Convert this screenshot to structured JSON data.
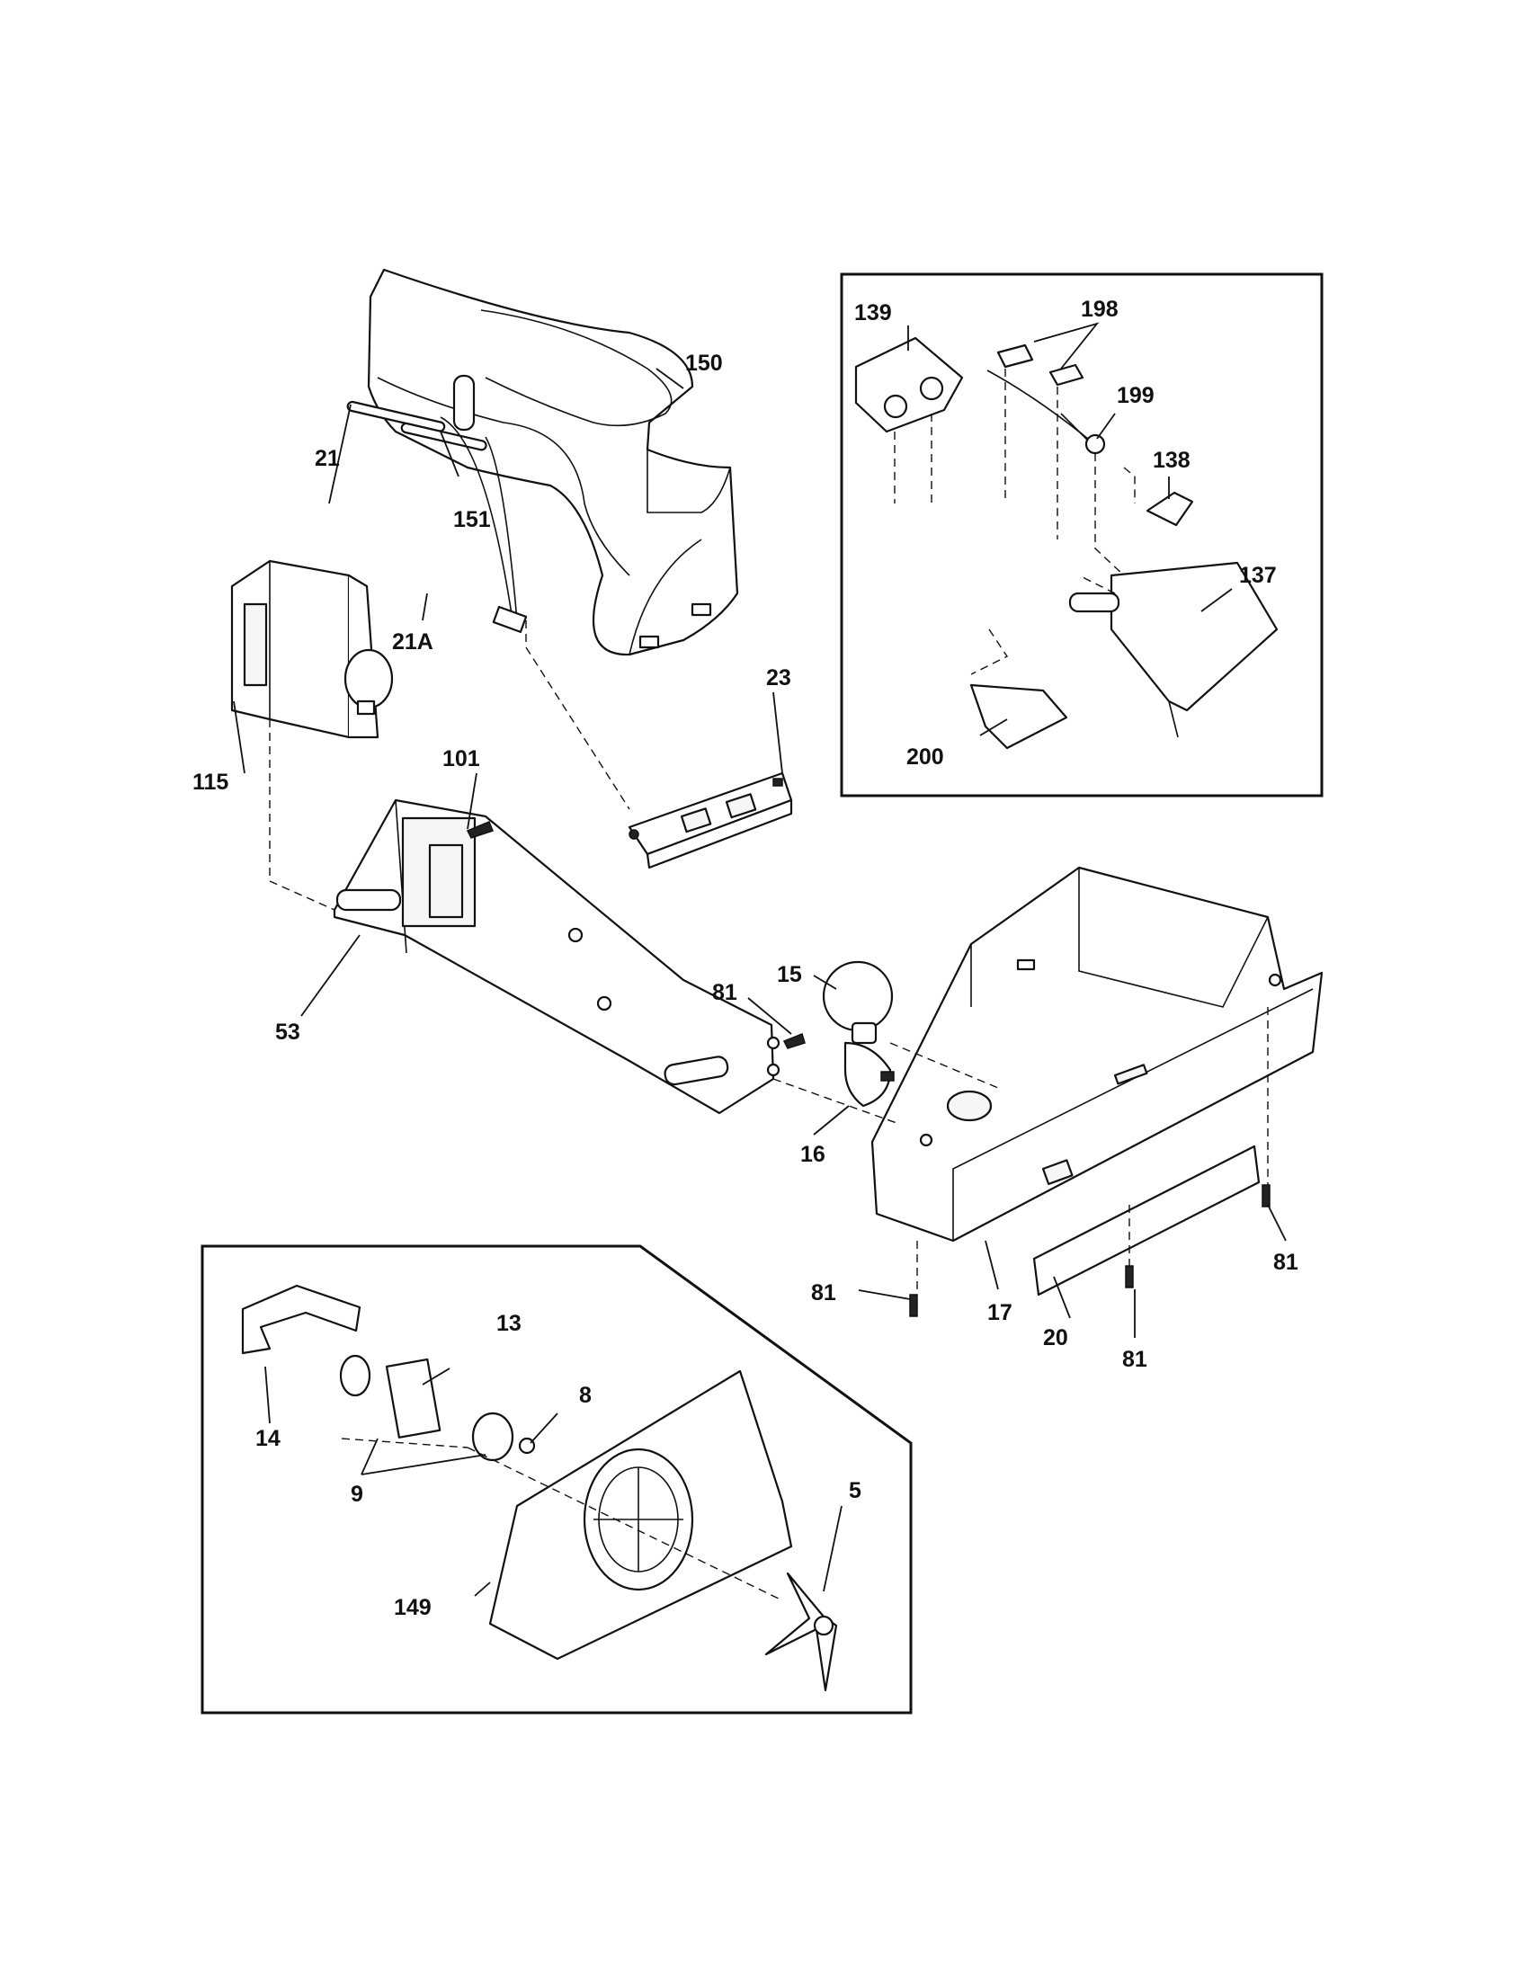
{
  "callouts": {
    "c150": "150",
    "c151": "151",
    "c21": "21",
    "c21a": "21A",
    "c115": "115",
    "c23": "23",
    "c101": "101",
    "c53": "53",
    "c81a": "81",
    "c15": "15",
    "c16": "16",
    "c17": "17",
    "c20": "20",
    "c81b": "81",
    "c81c": "81",
    "c81d": "81",
    "c139": "139",
    "c198": "198",
    "c199": "199",
    "c138": "138",
    "c137": "137",
    "c200": "200",
    "c13": "13",
    "c14": "14",
    "c8": "8",
    "c9": "9",
    "c5": "5",
    "c149": "149"
  }
}
